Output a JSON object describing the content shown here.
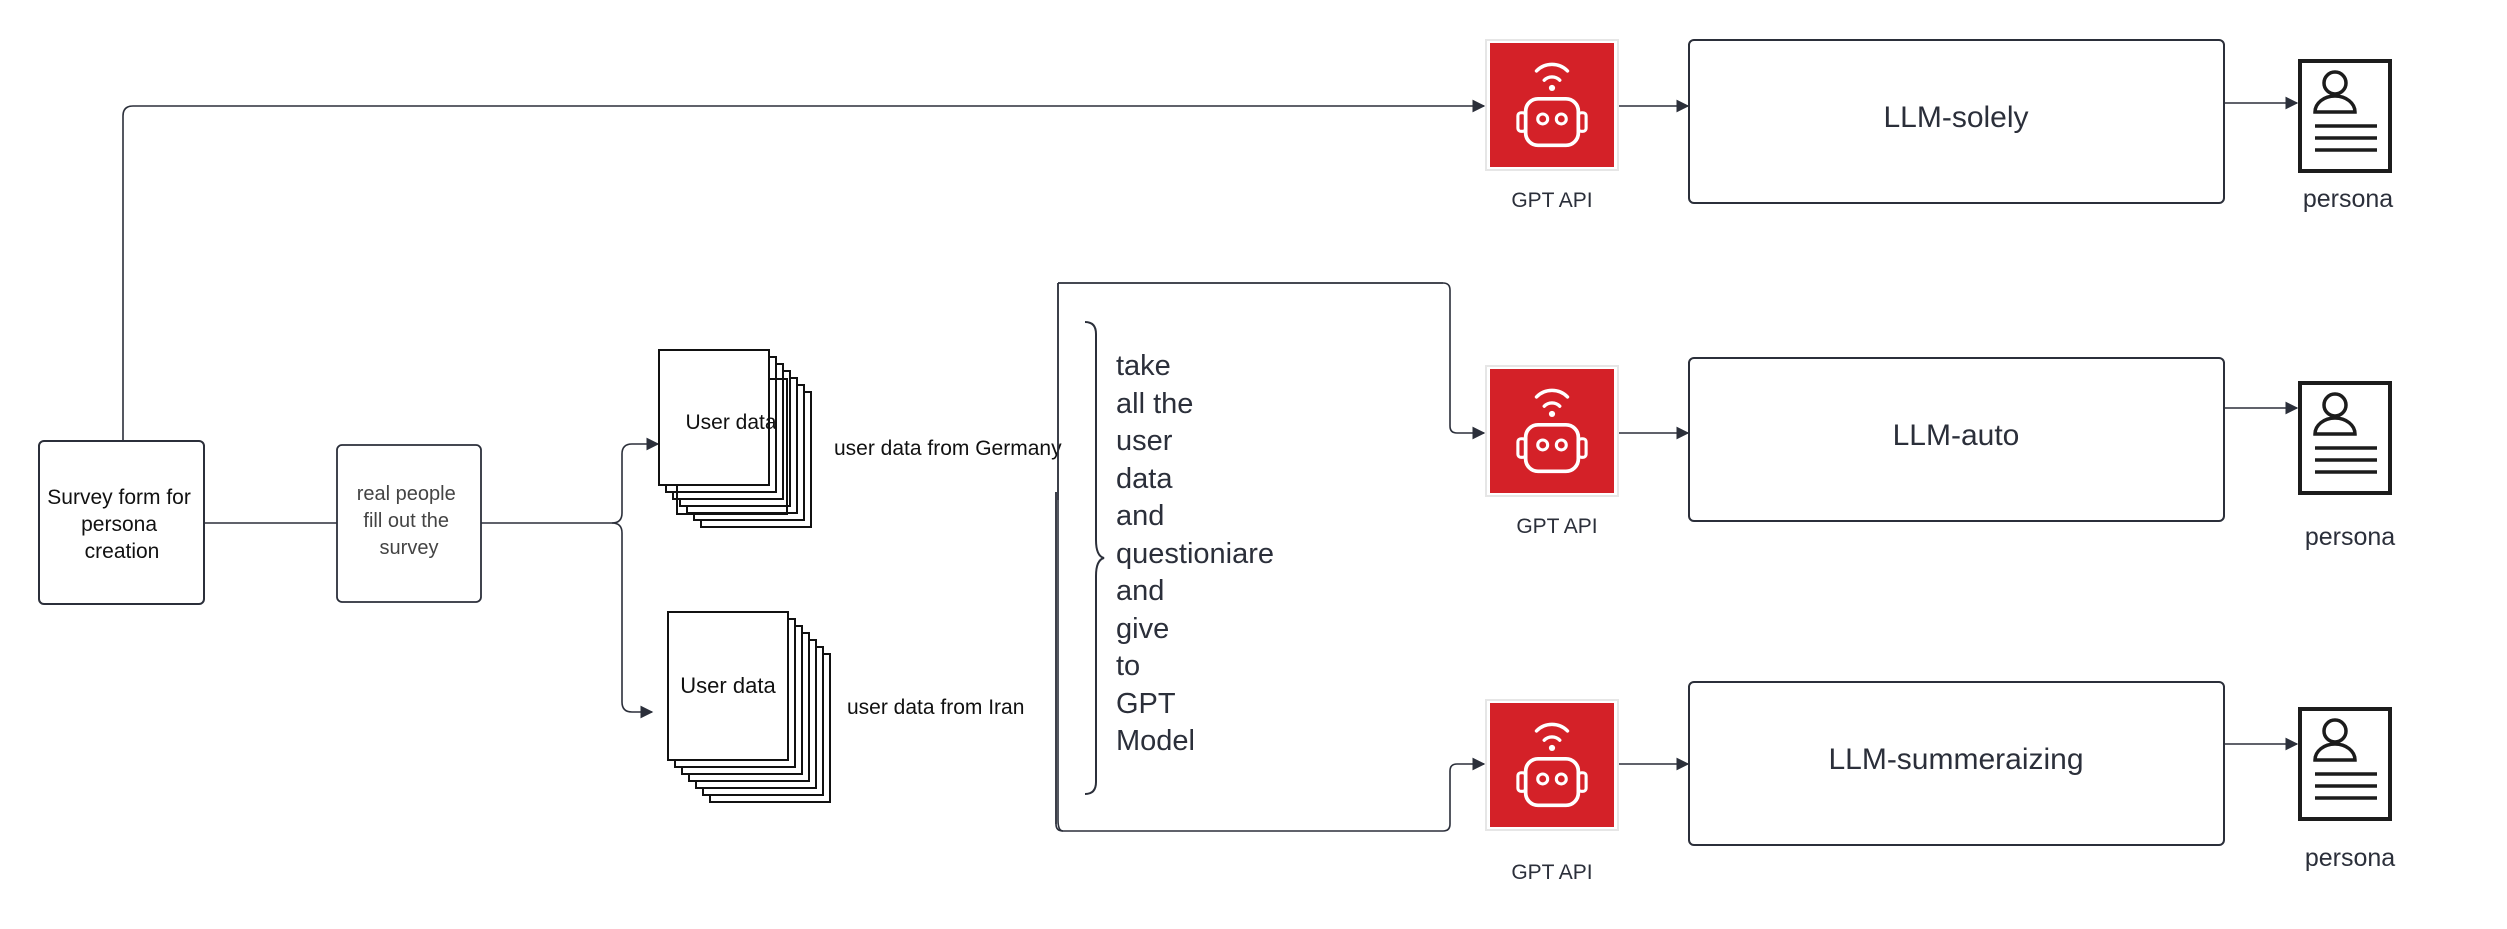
{
  "nodes": {
    "survey_form": {
      "lines": [
        "Survey form for",
        "persona",
        "creation"
      ]
    },
    "real_people": {
      "lines": [
        "real people",
        "fill out the",
        "survey"
      ]
    },
    "user_data_germany": {
      "doc_label": "User data",
      "caption": "user data from Germany"
    },
    "user_data_iran": {
      "doc_label": "User data",
      "caption": "user data from Iran"
    },
    "instruction": {
      "lines": [
        "take",
        "all the",
        "user",
        "data",
        "and",
        "questioniare",
        "and",
        "give",
        "to",
        "GPT",
        "Model"
      ]
    },
    "gpt_api_top": {
      "label": "GPT API",
      "icon": "robot-icon"
    },
    "gpt_api_mid": {
      "label": "GPT API",
      "icon": "robot-icon"
    },
    "gpt_api_bottom": {
      "label": "GPT API",
      "icon": "robot-icon"
    },
    "llm_solely": {
      "label": "LLM-solely"
    },
    "llm_auto": {
      "label": "LLM-auto"
    },
    "llm_summarizing": {
      "label": "LLM-summeraizing"
    },
    "persona_top": {
      "label": "persona",
      "icon": "persona-document-icon"
    },
    "persona_mid": {
      "label": "persona",
      "icon": "persona-document-icon"
    },
    "persona_bottom": {
      "label": "persona",
      "icon": "persona-document-icon"
    }
  },
  "colors": {
    "accent": "#d42128",
    "line": "#2b2f3a",
    "text": "#2b2f3a"
  }
}
